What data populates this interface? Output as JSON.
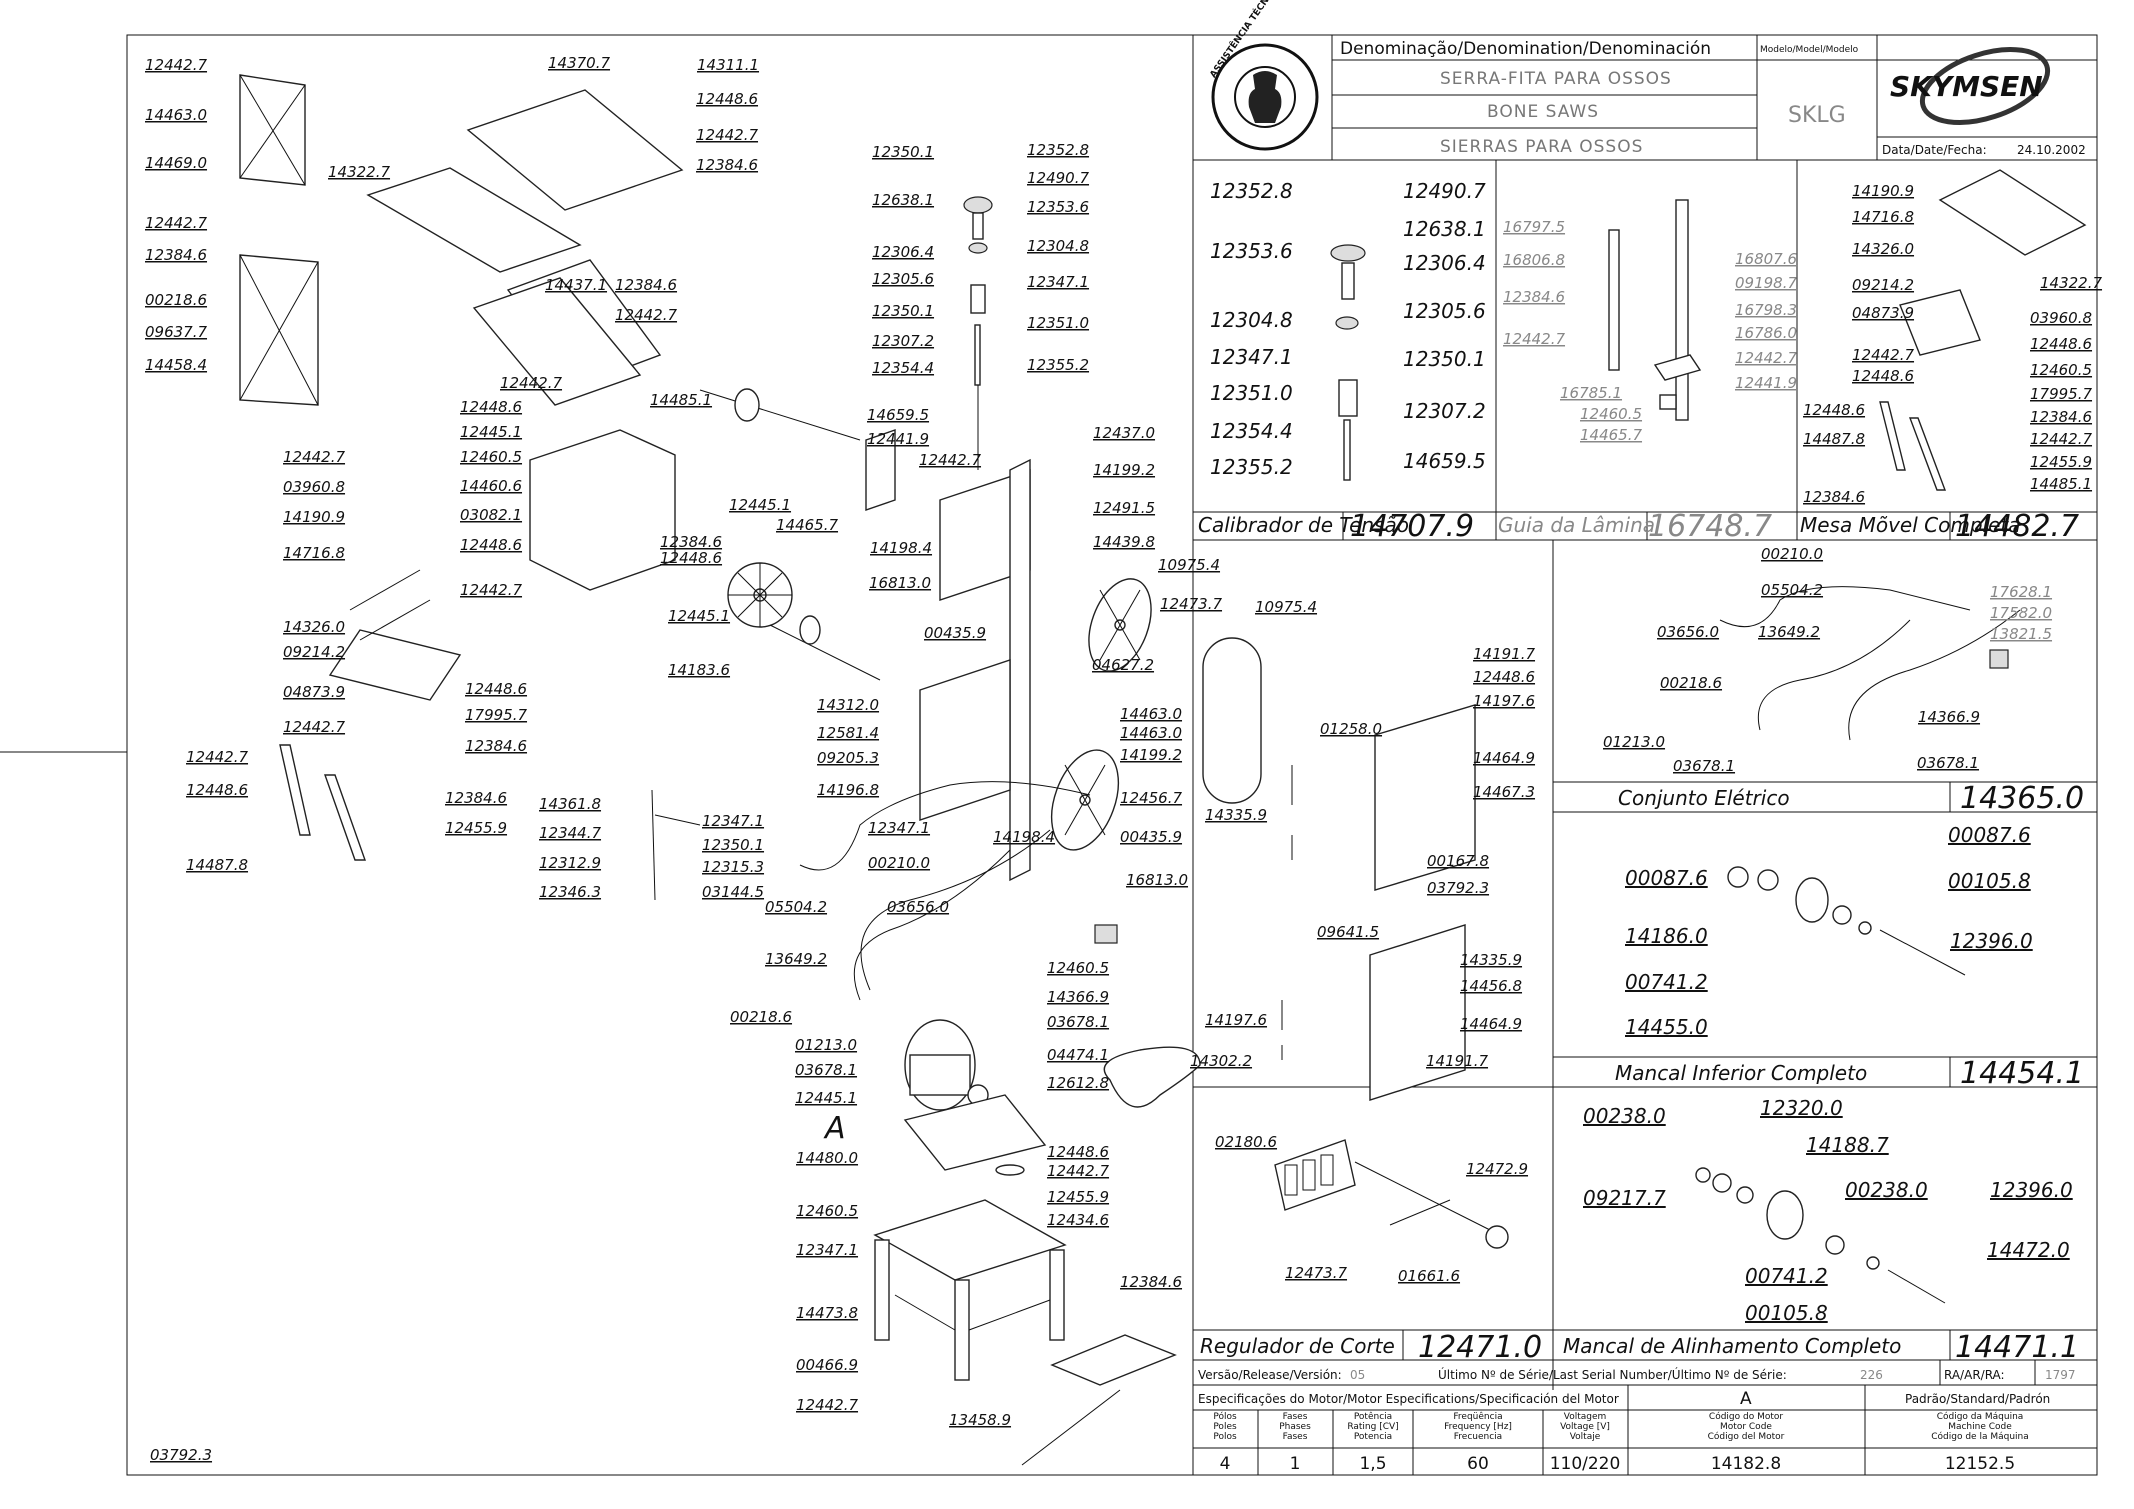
{
  "title_block": {
    "denomination_header": "Denominação/Denomination/Denominación",
    "model_header": "Modelo/Model/Modelo",
    "brand": "SKYMSEN",
    "seal_text": "ASSISTÊNCIA TÉCNICA AUTORIZADA",
    "name_pt": "SERRA-FITA PARA OSSOS",
    "name_en": "BONE SAWS",
    "name_es": "SIERRAS PARA OSSOS",
    "model": "SKLG",
    "date_label": "Data/Date/Fecha:",
    "date": "24.10.2002"
  },
  "main_labels": [
    "12442.7",
    "14463.0",
    "14469.0",
    "12442.7",
    "12384.6",
    "00218.6",
    "09637.7",
    "14458.4",
    "14370.7",
    "14311.1",
    "12448.6",
    "12442.7",
    "12384.6",
    "14322.7",
    "14437.1",
    "12384.6",
    "12442.7",
    "12442.7",
    "12448.6",
    "12445.1",
    "12460.5",
    "14460.6",
    "03082.1",
    "12448.6",
    "12442.7",
    "12384.6",
    "12448.6",
    "12442.7",
    "03960.8",
    "14190.9",
    "14716.8",
    "14326.0",
    "09214.2",
    "04873.9",
    "12442.7",
    "12448.6",
    "17995.7",
    "12384.6",
    "12442.7",
    "12448.6",
    "14487.8",
    "12384.6",
    "12455.9",
    "14485.1",
    "12445.1",
    "14465.7",
    "12445.1",
    "14183.6",
    "12350.1",
    "12352.8",
    "12490.7",
    "12638.1",
    "12353.6",
    "12306.4",
    "12304.8",
    "12305.6",
    "12347.1",
    "12350.1",
    "12351.0",
    "12307.2",
    "12354.4",
    "12355.2",
    "14659.5",
    "12441.9",
    "12442.7",
    "12437.0",
    "14199.2",
    "12491.5",
    "14439.8",
    "14198.4",
    "10975.4",
    "16813.0",
    "12473.7",
    "00435.9",
    "04627.2",
    "14312.0",
    "12581.4",
    "09205.3",
    "14196.8",
    "14463.0",
    "14463.0",
    "14199.2",
    "14198.4",
    "12456.7",
    "00435.9",
    "16813.0",
    "10975.4",
    "14361.8",
    "12344.7",
    "12312.9",
    "12346.3",
    "12347.1",
    "12350.1",
    "12315.3",
    "03144.5",
    "12347.1",
    "00210.0",
    "05504.2",
    "03656.0",
    "13649.2",
    "00218.6",
    "01213.0",
    "03678.1",
    "12445.1",
    "12460.5",
    "14366.9",
    "03678.1",
    "04474.1",
    "12612.8",
    "12448.6",
    "12442.7",
    "14480.0",
    "12460.5",
    "12455.9",
    "12434.6",
    "12347.1",
    "14473.8",
    "00466.9",
    "12442.7",
    "12384.6",
    "13458.9",
    "14302.2",
    "01258.0",
    "14335.9",
    "14191.7",
    "12448.6",
    "14197.6",
    "14464.9",
    "14467.3",
    "00167.8",
    "03792.3",
    "09641.5",
    "14335.9",
    "14456.8",
    "14464.9",
    "14197.6",
    "14191.7",
    "03792.3"
  ],
  "main_letter": "A",
  "tension_box": {
    "labels_left": [
      "12352.8",
      "12353.6",
      "12304.8",
      "12347.1",
      "12351.0",
      "12354.4",
      "12355.2"
    ],
    "labels_right": [
      "12490.7",
      "12638.1",
      "12306.4",
      "12305.6",
      "12350.1",
      "12307.2",
      "14659.5"
    ],
    "title": "Calibrador de Tensão",
    "code": "14707.9"
  },
  "guide_box": {
    "labels": [
      "16797.5",
      "16806.8",
      "12384.6",
      "12442.7",
      "16807.6",
      "09198.7",
      "16798.3",
      "16786.0",
      "12442.7",
      "12441.9",
      "16785.1",
      "12460.5",
      "14465.7"
    ],
    "title": "Guia da Lâmina",
    "code": "16748.7"
  },
  "table_box": {
    "labels": [
      "14190.9",
      "14716.8",
      "14326.0",
      "09214.2",
      "04873.9",
      "12442.7",
      "12448.6",
      "14322.7",
      "03960.8",
      "12448.6",
      "12460.5",
      "17995.7",
      "12384.6",
      "12442.7",
      "12455.9",
      "14485.1",
      "12448.6",
      "14487.8",
      "12384.6"
    ],
    "title": "Mesa Mõvel Completa",
    "code": "14482.7"
  },
  "electric_box": {
    "labels": [
      "00210.0",
      "05504.2",
      "03656.0",
      "13649.2",
      "00218.6",
      "01213.0",
      "03678.1",
      "14366.9",
      "03678.1"
    ],
    "grey_labels": [
      "17628.1",
      "17582.0",
      "13821.5"
    ],
    "title": "Conjunto Elétrico",
    "code": "14365.0"
  },
  "lower_bearing_box": {
    "labels": [
      "00087.6",
      "00087.6",
      "00105.8",
      "14186.0",
      "12396.0",
      "00741.2",
      "14455.0"
    ],
    "title": "Mancal Inferior Completo",
    "code": "14454.1"
  },
  "cut_regulator_box": {
    "labels": [
      "02180.6",
      "12472.9",
      "12473.7",
      "01661.6"
    ],
    "title": "Regulador de Corte",
    "code": "12471.0"
  },
  "alignment_box": {
    "labels": [
      "00238.0",
      "12320.0",
      "14188.7",
      "09217.7",
      "00238.0",
      "12396.0",
      "14472.0",
      "00741.2",
      "00105.8"
    ],
    "title": "Mancal de Alinhamento Completo",
    "code": "14471.1"
  },
  "footer": {
    "version_label": "Versão/Release/Versión:",
    "version": "05",
    "serial_label": "Último Nº de Série/Last Serial Number/Último Nº de Série:",
    "serial": "226",
    "ra_label": "RA/AR/RA:",
    "ra": "1797",
    "spec_label": "Especificações do Motor/Motor Especifications/Specificación del Motor",
    "spec_letter": "A",
    "standard_label": "Padrão/Standard/Padrón",
    "cols": [
      {
        "h": [
          "Pólos",
          "Poles",
          "Polos"
        ],
        "v": "4"
      },
      {
        "h": [
          "Fases",
          "Phases",
          "Fases"
        ],
        "v": "1"
      },
      {
        "h": [
          "Potência",
          "Rating [CV]",
          "Potencia"
        ],
        "v": "1,5"
      },
      {
        "h": [
          "Freqüência",
          "Frequency [Hz]",
          "Frecuencia"
        ],
        "v": "60"
      },
      {
        "h": [
          "Voltagem",
          "Voltage [V]",
          "Voltaje"
        ],
        "v": "110/220"
      },
      {
        "h": [
          "Código do Motor",
          "Motor Code",
          "Código del Motor"
        ],
        "v": "14182.8"
      },
      {
        "h": [
          "Código da Máquina",
          "Machine Code",
          "Código de la Máquina"
        ],
        "v": "12152.5"
      }
    ]
  }
}
